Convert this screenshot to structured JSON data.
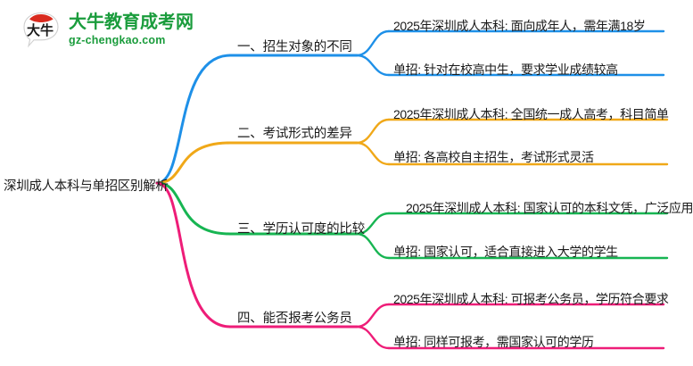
{
  "logo": {
    "name": "大牛教育成考网",
    "domain": "gz-chengkao.com",
    "mark_text": "大牛",
    "color": "#1a9c3c",
    "mark_color": "#d92b1f"
  },
  "mindmap": {
    "root": {
      "label": "深圳成人本科与单招区别解析"
    },
    "branches": [
      {
        "index": "一",
        "label": "一、招生对象的不同",
        "color": "#1e90e8",
        "children": [
          {
            "label": "2025年深圳成人本科: 面向成年人，需年满18岁"
          },
          {
            "label": "单招: 针对在校高中生，要求学业成绩较高"
          }
        ]
      },
      {
        "index": "二",
        "label": "二、考试形式的差异",
        "color": "#f0a818",
        "children": [
          {
            "label": "2025年深圳成人本科: 全国统一成人高考，科目简单"
          },
          {
            "label": "单招: 各高校自主招生，考试形式灵活"
          }
        ]
      },
      {
        "index": "三",
        "label": "三、学历认可度的比较",
        "color": "#17b552",
        "children": [
          {
            "label": "2025年深圳成人本科: 国家认可的本科文凭，广泛应用"
          },
          {
            "label": "单招: 国家认可，适合直接进入大学的学生"
          }
        ]
      },
      {
        "index": "四",
        "label": "四、能否报考公务员",
        "color": "#ee1d78",
        "children": [
          {
            "label": "2025年深圳成人本科: 可报考公务员，学历符合要求"
          },
          {
            "label": "单招: 同样可报考，需国家认可的学历"
          }
        ]
      }
    ]
  }
}
